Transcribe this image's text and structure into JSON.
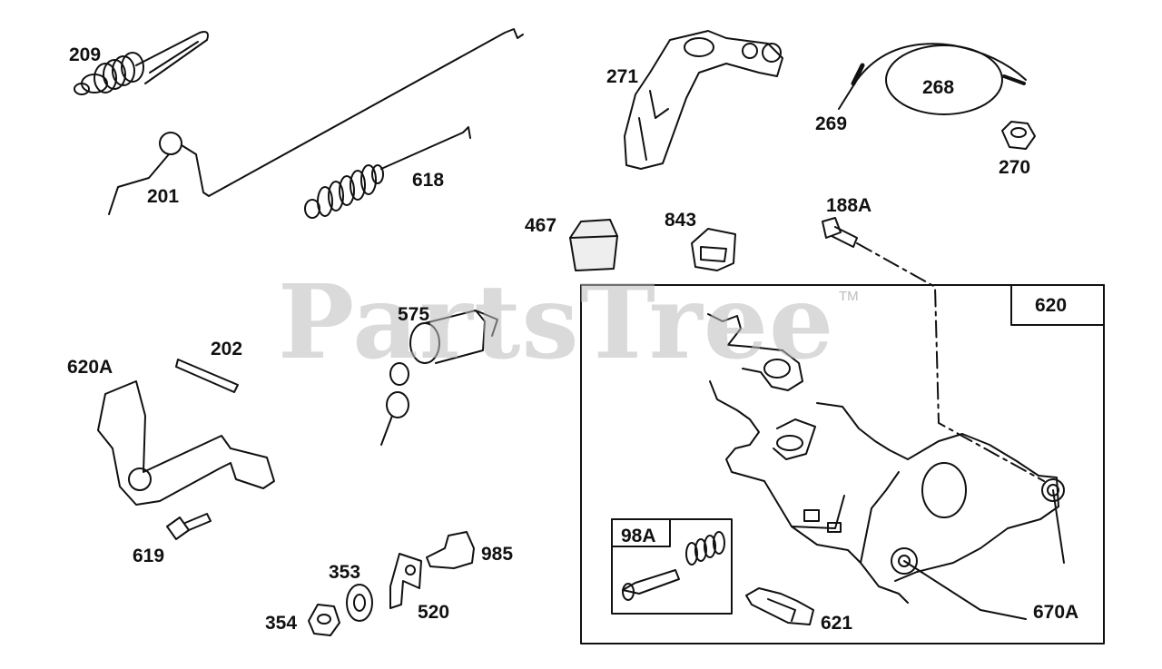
{
  "watermark": {
    "text": "PartsTree",
    "tm": "TM"
  },
  "parts": [
    {
      "id": "209"
    },
    {
      "id": "201"
    },
    {
      "id": "618"
    },
    {
      "id": "271"
    },
    {
      "id": "269"
    },
    {
      "id": "268"
    },
    {
      "id": "270"
    },
    {
      "id": "467"
    },
    {
      "id": "843"
    },
    {
      "id": "188A"
    },
    {
      "id": "620"
    },
    {
      "id": "575"
    },
    {
      "id": "620A"
    },
    {
      "id": "202"
    },
    {
      "id": "619"
    },
    {
      "id": "353"
    },
    {
      "id": "354"
    },
    {
      "id": "520"
    },
    {
      "id": "985"
    },
    {
      "id": "98A"
    },
    {
      "id": "621"
    },
    {
      "id": "670A"
    }
  ]
}
